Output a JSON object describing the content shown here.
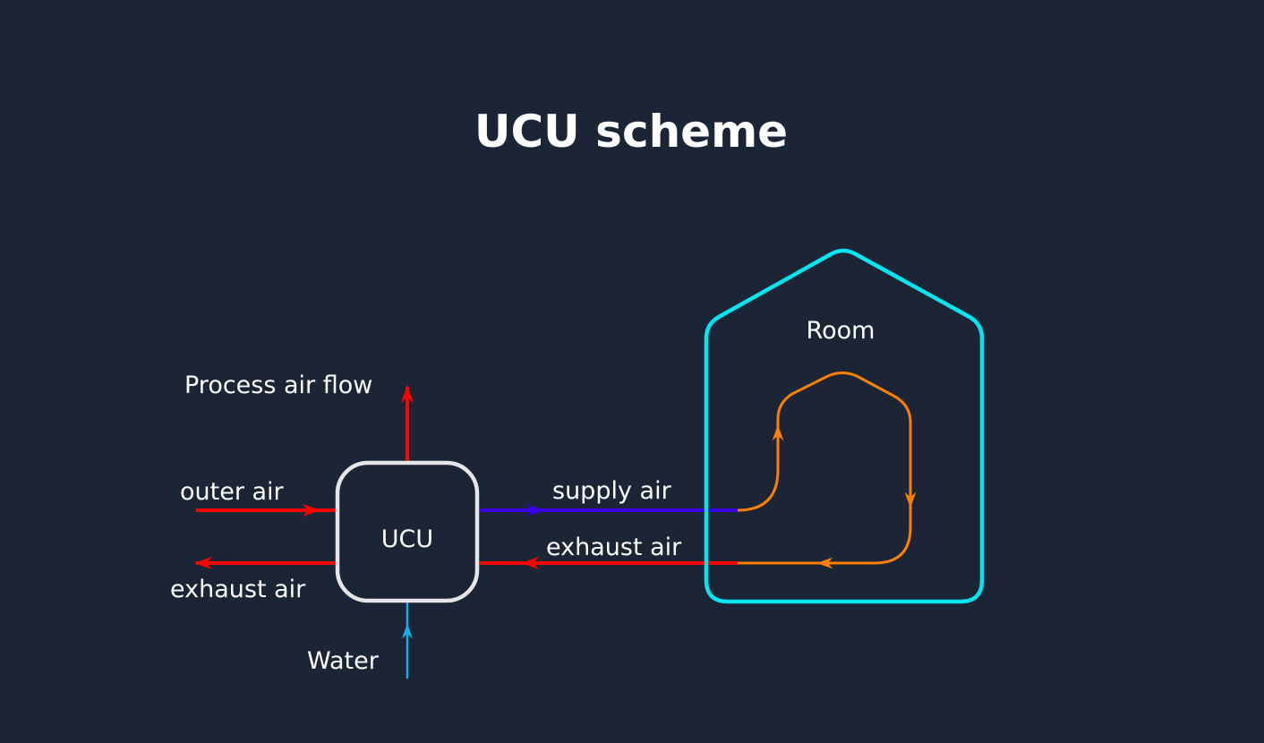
{
  "title": "UCU scheme",
  "nodes": {
    "ucu": {
      "label": "UCU"
    },
    "room": {
      "label": "Room"
    }
  },
  "flows": {
    "process_air": {
      "label": "Process air flow"
    },
    "outer_air": {
      "label": "outer air"
    },
    "exhaust_air_out": {
      "label": "exhaust air"
    },
    "water": {
      "label": "Water"
    },
    "supply_air": {
      "label": "supply air"
    },
    "exhaust_air_return": {
      "label": "exhaust air"
    }
  },
  "colors": {
    "background": "#1c2536",
    "text": "#ffffff",
    "ucu_box": "#e6e6e6",
    "room_outline": "#00e5ee",
    "air_red": "#ff0000",
    "supply_blue": "#3a00e6",
    "water_blue": "#1aaee8",
    "room_flow_orange": "#ff8000"
  }
}
